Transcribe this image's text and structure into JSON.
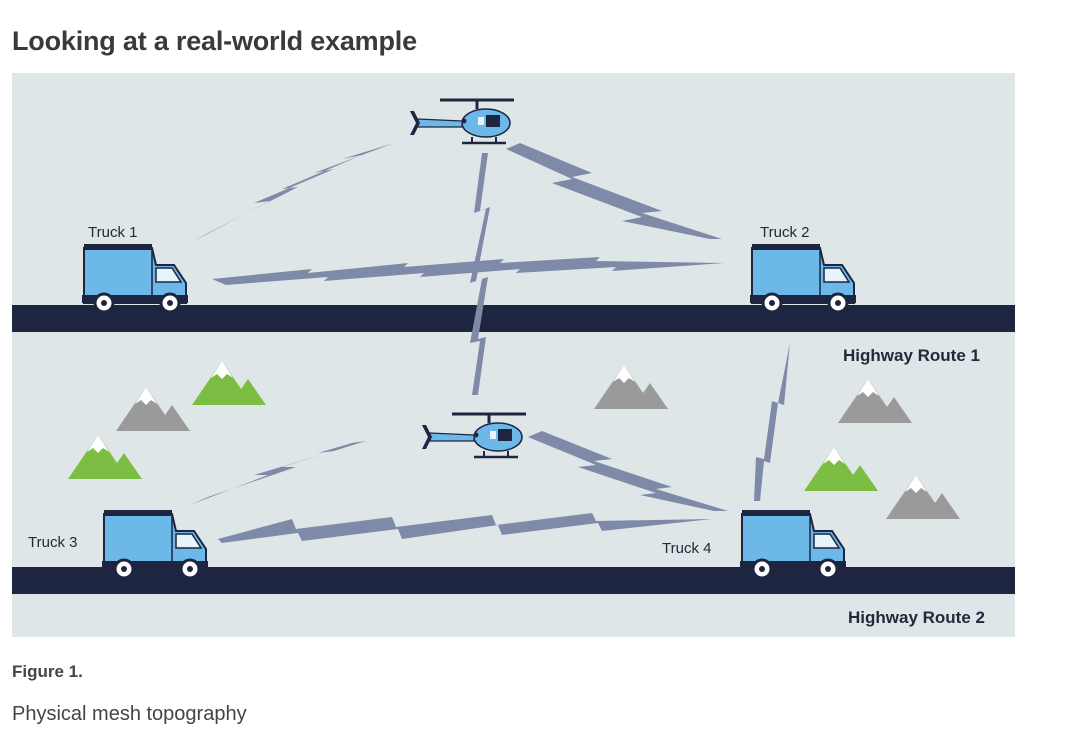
{
  "heading": "Looking at a real-world example",
  "diagram": {
    "trucks": [
      {
        "label": "Truck 1"
      },
      {
        "label": "Truck 2"
      },
      {
        "label": "Truck 3"
      },
      {
        "label": "Truck 4"
      }
    ],
    "highways": [
      {
        "label": "Highway Route 1"
      },
      {
        "label": "Highway Route 2"
      }
    ],
    "colors": {
      "background": "#dfe6e8",
      "road": "#1d2540",
      "vehicle": "#6cb8e8",
      "link": "#7e8aa8",
      "mountain_gray": "#9a9a9a",
      "mountain_green": "#7cbd43"
    }
  },
  "caption": {
    "label": "Figure 1.",
    "text": "Physical mesh topography"
  }
}
